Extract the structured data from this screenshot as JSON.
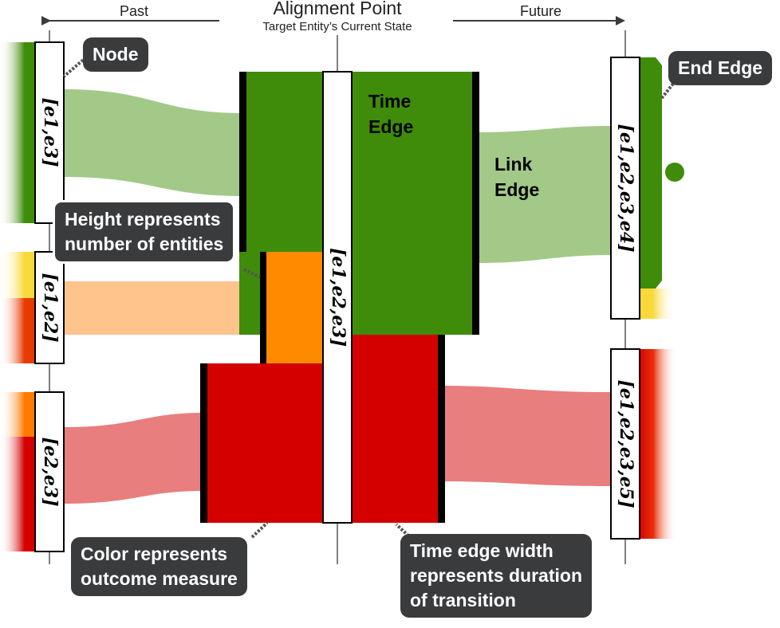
{
  "header": {
    "past_label": "Past",
    "future_label": "Future",
    "alignment_title": "Alignment Point",
    "alignment_subtitle": "Target Entity’s Current State"
  },
  "nodes": {
    "left_top": "[e1,e3]",
    "left_middle": "[e1,e2]",
    "left_bottom": "[e2,e3]",
    "center": "[e1,e2,e3]",
    "right_top": "[e1,e2,e3,e4]",
    "right_bottom": "[e1,e2,e3,e5]"
  },
  "edge_labels": {
    "time_edge": [
      "Time",
      "Edge"
    ],
    "link_edge": [
      "Link",
      "Edge"
    ]
  },
  "callouts": {
    "node": "Node",
    "end_edge": "End Edge",
    "height": [
      "Height represents",
      "number of entities"
    ],
    "color": [
      "Color represents",
      "outcome measure"
    ],
    "width": [
      "Time edge width",
      "represents duration",
      "of transition"
    ]
  },
  "colors": {
    "green": "#3f8c0a",
    "light_green": "#a3c988",
    "orange": "#ff8a00",
    "light_orange": "#ffc48c",
    "red": "#d40000",
    "light_red": "#e87e7e",
    "yellow": "#f7d93a",
    "callout_bg": "#3a3b3d"
  }
}
